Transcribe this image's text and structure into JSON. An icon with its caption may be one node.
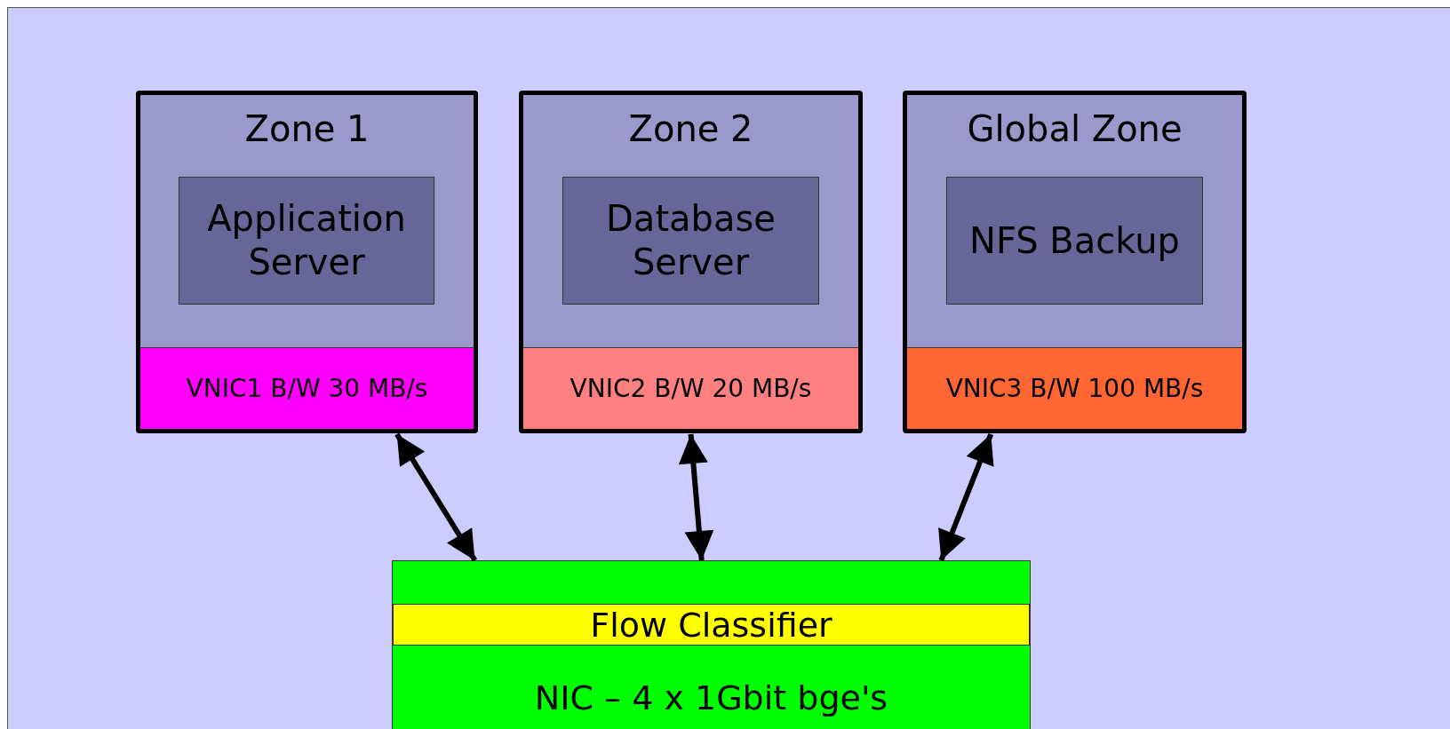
{
  "diagram": {
    "nodes": [
      {
        "text": [
          "Zone 1"
        ]
      },
      {
        "text": [
          "Application Server"
        ],
        "in": 0
      },
      {
        "text": [
          "VNIC1 B/W 30 MB/s"
        ],
        "in": 0
      },
      {
        "text": [
          "Zone 2"
        ]
      },
      {
        "text": [
          "Database Server"
        ],
        "in": 3
      },
      {
        "text": [
          "VNIC2 B/W 20 MB/s"
        ],
        "in": 3
      },
      {
        "text": [
          "Global Zone"
        ]
      },
      {
        "text": [
          "NFS Backup"
        ],
        "in": 6
      },
      {
        "text": [
          "VNIC3 B/W 100 MB/s"
        ],
        "in": 6
      },
      {
        "text": [
          "NIC – 4 x 1Gbit bge's"
        ]
      },
      {
        "text": [
          "Flow Classifier"
        ],
        "in": 9
      }
    ],
    "edges": [
      {
        "from": 2,
        "to": 9,
        "arrow": "both"
      },
      {
        "from": 5,
        "to": 9,
        "arrow": "both"
      },
      {
        "from": 8,
        "to": 9,
        "arrow": "both"
      }
    ]
  }
}
